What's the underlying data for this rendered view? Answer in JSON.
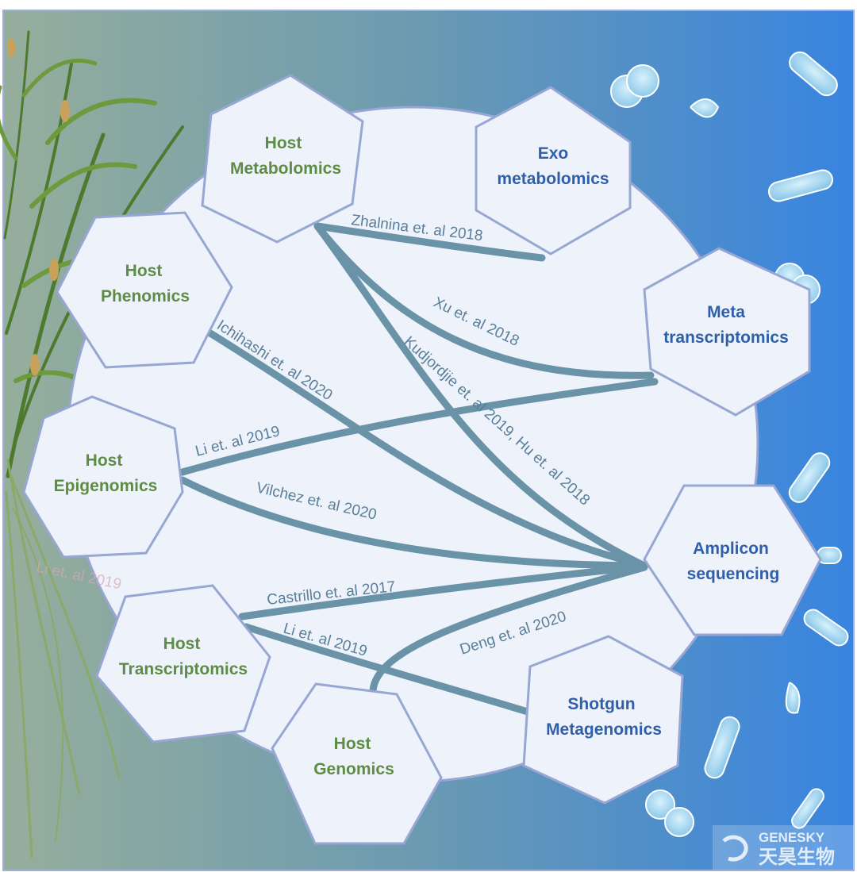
{
  "nodes": {
    "host_metabolomics": {
      "line1": "Host",
      "line2": "Metabolomics"
    },
    "exo_metabolomics": {
      "line1": "Exo",
      "line2": "metabolomics"
    },
    "host_phenomics": {
      "line1": "Host",
      "line2": "Phenomics"
    },
    "meta_transcriptomics": {
      "line1": "Meta",
      "line2": "transcriptomics"
    },
    "host_epigenomics": {
      "line1": "Host",
      "line2": "Epigenomics"
    },
    "amplicon_sequencing": {
      "line1": "Amplicon",
      "line2": "sequencing"
    },
    "host_transcriptomics": {
      "line1": "Host",
      "line2": "Transcriptomics"
    },
    "shotgun_metagenomics": {
      "line1": "Shotgun",
      "line2": "Metagenomics"
    },
    "host_genomics": {
      "line1": "Host",
      "line2": "Genomics"
    }
  },
  "links": {
    "zhalnina": "Zhalnina et. al 2018",
    "xu": "Xu et. al 2018",
    "kudjordjie": "Kudjordjie et. al 2019, Hu et. al 2018",
    "ichihashi": "Ichihashi et. al 2020",
    "li_epi": "Li et. al 2019",
    "vilchez": "Vilchez et. al 2020",
    "castrillo": "Castrillo et. al 2017",
    "li_trans": "Li et. al 2019",
    "deng": "Deng et. al 2020",
    "faded": "Li et. al 2019"
  },
  "watermark": {
    "brand": "GENESKY",
    "chinese": "天昊生物"
  },
  "colors": {
    "host_text": "#5e8c45",
    "microbe_text": "#2f5fa8",
    "link_line": "#6a93a8",
    "hex_fill": "#eef3fb",
    "hex_stroke": "#98a6d4"
  }
}
